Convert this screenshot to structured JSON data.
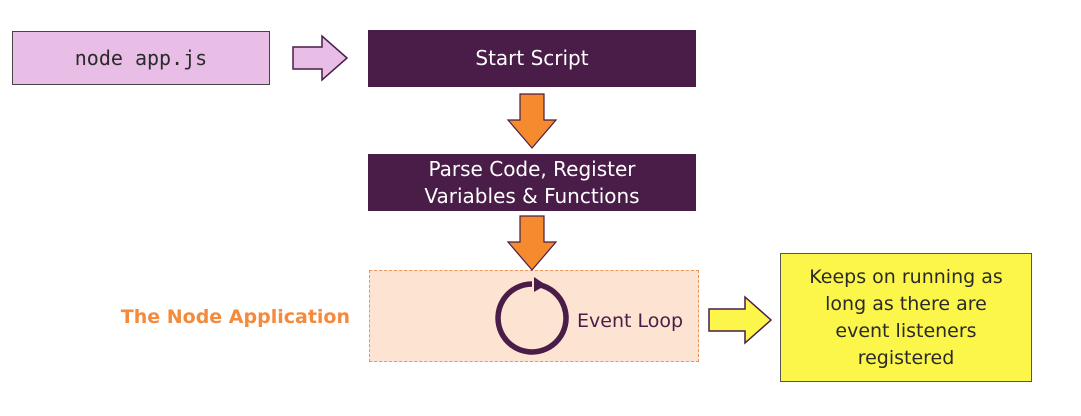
{
  "command": {
    "text": "node app.js"
  },
  "steps": {
    "start": "Start Script",
    "parse": "Parse Code, Register\nVariables & Functions"
  },
  "application": {
    "label": "The Node Application",
    "event_loop_label": "Event Loop"
  },
  "note": {
    "text": "Keeps on running as\nlong as there are\nevent listeners\nregistered"
  },
  "colors": {
    "command_box": "#e8bde6",
    "step_box": "#4a1c48",
    "down_arrow": "#f58a2e",
    "app_region": "#fde3d1",
    "app_label": "#f48a3c",
    "note_box": "#fcf64a",
    "right_arrow_yellow": "#fcf64a"
  },
  "icons": {
    "loop": "circular-loop-icon",
    "arrow_to_start": "arrow-right-icon",
    "arrow_down": "arrow-down-icon",
    "arrow_to_note": "arrow-right-icon"
  }
}
